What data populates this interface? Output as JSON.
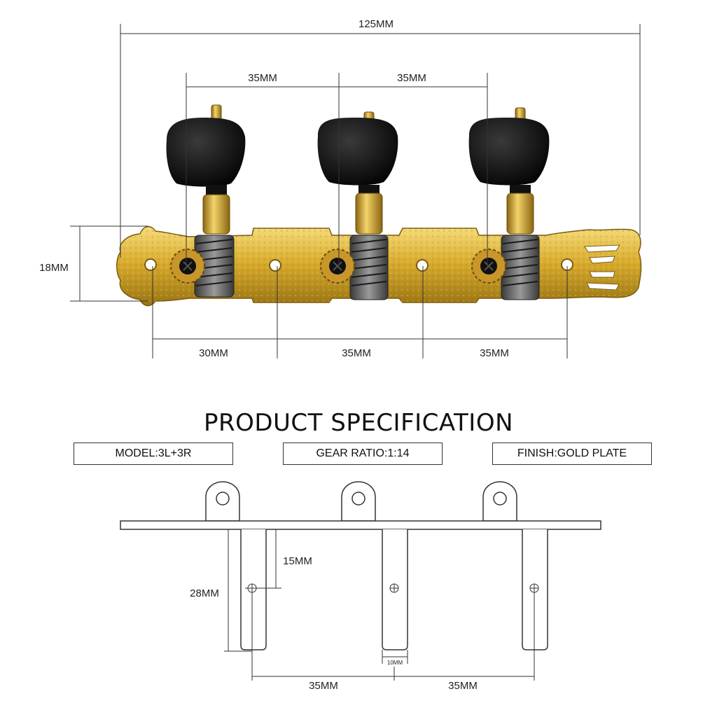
{
  "dimensions": {
    "total_length": "125MM",
    "post_spacing_1": "35MM",
    "post_spacing_2": "35MM",
    "plate_height": "18MM",
    "screw_spacing_1": "30MM",
    "screw_spacing_2": "35MM",
    "screw_spacing_3": "35MM"
  },
  "title": "PRODUCT SPECIFICATION",
  "specs": {
    "model": "MODEL:3L+3R",
    "gear_ratio": "GEAR RATIO:1:14",
    "finish": "FINISH:GOLD PLATE"
  },
  "drawing": {
    "roller_offset": "15MM",
    "roller_length": "28MM",
    "roller_width": "10MM",
    "roller_spacing_1": "35MM",
    "roller_spacing_2": "35MM"
  },
  "colors": {
    "gold": "#d4a82a",
    "gold_dark": "#9a7412",
    "button": "#111111",
    "line": "#333333"
  }
}
